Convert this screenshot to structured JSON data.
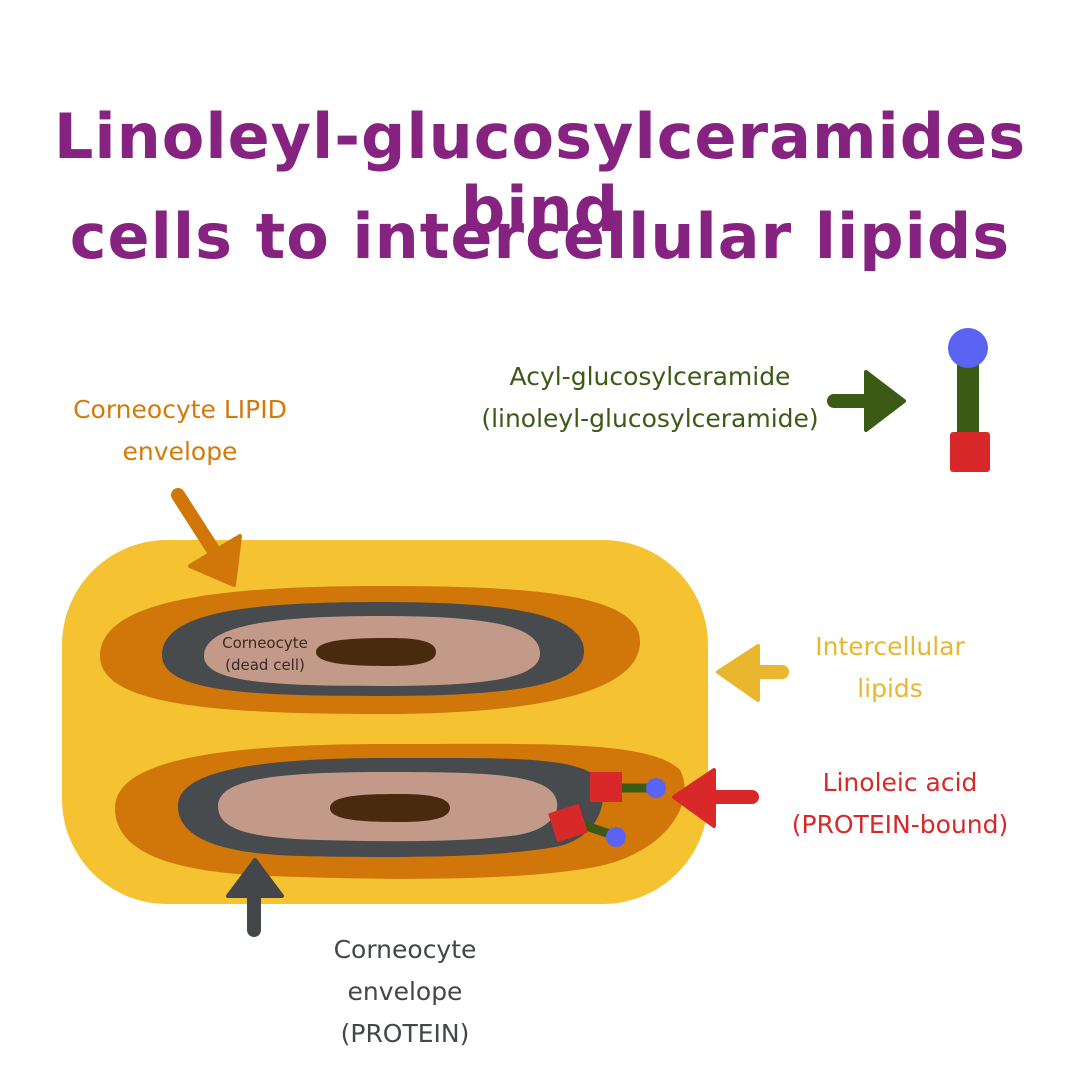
{
  "title": {
    "line1": "Linoleyl-glucosylceramides bind",
    "line2": "cells to intercellular lipids"
  },
  "labels": {
    "lipid_envelope": [
      "Corneocyte LIPID",
      "envelope"
    ],
    "acyl_glucosylceramide": [
      "Acyl-glucosylceramide",
      "(linoleyl-glucosylceramide)"
    ],
    "intercellular_lipids": [
      "Intercellular",
      "lipids"
    ],
    "linoleic_acid": [
      "Linoleic acid",
      "(PROTEIN-bound)"
    ],
    "corneocyte_envelope": [
      "Corneocyte",
      "envelope",
      "(PROTEIN)"
    ],
    "corneocyte": [
      "Corneocyte",
      "(dead cell)"
    ]
  },
  "colors": {
    "title": "#86227f",
    "intercellular_lipids": "#f5c232",
    "lipid_envelope": "#d17709",
    "protein_envelope": "#474b4e",
    "cell_body": "#c39a89",
    "nucleus": "#4a2a0e",
    "ceramide_head": "#5b63f2",
    "ceramide_chain": "#3b5a14",
    "ceramide_base": "#d9282a"
  },
  "icons": {
    "molecule": "acyl-glucosylceramide-molecule-icon",
    "arrows": [
      "lipid-envelope-arrow-icon",
      "acyl-arrow-icon",
      "intercellular-arrow-icon",
      "linoleic-arrow-icon",
      "corneocyte-envelope-arrow-icon"
    ]
  }
}
